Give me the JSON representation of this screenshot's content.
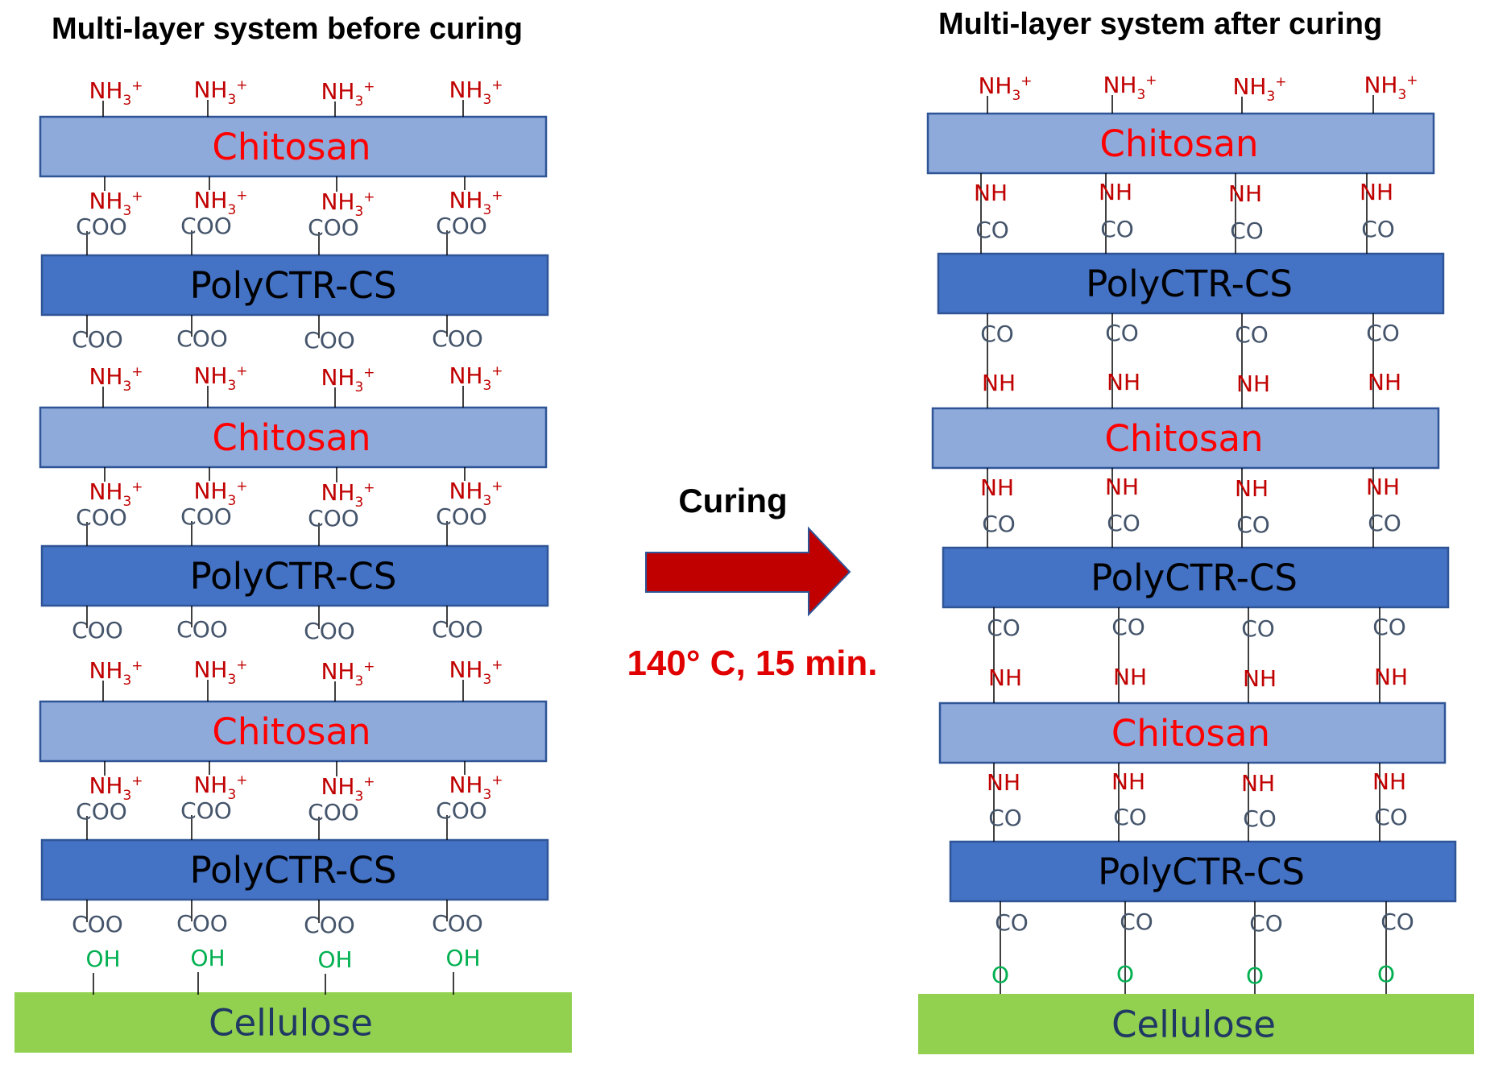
{
  "left": {
    "title": "Multi-layer system before curing",
    "layers": [
      {
        "label": "Chitosan",
        "kind": "chitosan"
      },
      {
        "label": "PolyCTR-CS",
        "kind": "polyctr"
      },
      {
        "label": "Chitosan",
        "kind": "chitosan"
      },
      {
        "label": "PolyCTR-CS",
        "kind": "polyctr"
      },
      {
        "label": "Chitosan",
        "kind": "chitosan"
      },
      {
        "label": "PolyCTR-CS",
        "kind": "polyctr"
      },
      {
        "label": "Cellulose",
        "kind": "cellulose"
      }
    ],
    "groups": {
      "ammonium_main": "NH",
      "ammonium_sub": "3",
      "ammonium_sup": "+",
      "carboxylate": "COO",
      "hydroxyl": "OH"
    }
  },
  "right": {
    "title": "Multi-layer system after curing",
    "layers": [
      {
        "label": "Chitosan",
        "kind": "chitosan"
      },
      {
        "label": "PolyCTR-CS",
        "kind": "polyctr"
      },
      {
        "label": "Chitosan",
        "kind": "chitosan"
      },
      {
        "label": "PolyCTR-CS",
        "kind": "polyctr"
      },
      {
        "label": "Chitosan",
        "kind": "chitosan"
      },
      {
        "label": "PolyCTR-CS",
        "kind": "polyctr"
      },
      {
        "label": "Cellulose",
        "kind": "cellulose"
      }
    ],
    "groups": {
      "ammonium_main": "NH",
      "ammonium_sub": "3",
      "ammonium_sup": "+",
      "amide_nh": "NH",
      "amide_co": "CO",
      "ester_o": "O"
    }
  },
  "process": {
    "label": "Curing",
    "conditions": "140° C, 15 min."
  },
  "colors": {
    "chitosan_fill": "#8eaadb",
    "chitosan_text": "#ff0000",
    "polyctr_fill": "#4472c4",
    "polyctr_text": "#000000",
    "cellulose_fill": "#92d050",
    "cellulose_text": "#1f3864",
    "layer_border": "#2f5597",
    "amine_text": "#c00000",
    "carboxyl_text": "#44546a",
    "hydroxyl_text": "#00b050",
    "arrow_fill": "#c00000",
    "arrow_stroke": "#2f5597",
    "conditions_text": "#e00000"
  }
}
